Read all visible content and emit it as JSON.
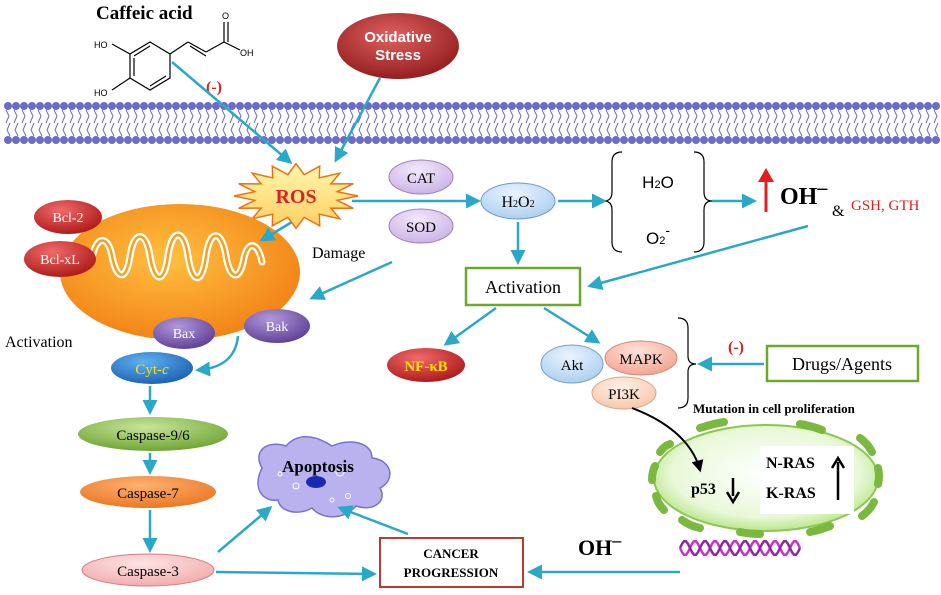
{
  "compound": {
    "name": "Caffeic acid",
    "inhibit_symbol": "(-)",
    "atom_ho1": "HO",
    "atom_ho2": "HO",
    "atom_oh": "OH",
    "atom_o": "O"
  },
  "oxidative_stress": {
    "line1": "Oxidative",
    "line2": "Stress"
  },
  "ros": "ROS",
  "enzymes": {
    "cat": "CAT",
    "sod": "SOD"
  },
  "h2o2": {
    "base": "H",
    "sub1": "2",
    "mid": "O",
    "sub2": "2"
  },
  "products": {
    "h2o_base": "H",
    "h2o_sub": "2",
    "h2o_end": "O",
    "o2_base": "O",
    "o2_sub": "2",
    "o2_sup": "-"
  },
  "hydroxyl": {
    "label": "OH",
    "sup": "–",
    "amp": "&",
    "gsh": "GSH, GTH"
  },
  "bcl": {
    "bcl2": "Bcl-2",
    "bclxl": "Bcl-xL"
  },
  "damage": "Damage",
  "activation_left": "Activation",
  "activation_box": "Activation",
  "bax": "Bax",
  "bak": "Bak",
  "cytc": {
    "base": "Cyt-",
    "italic": "c"
  },
  "caspases": {
    "c96": "Caspase-9/6",
    "c7": "Caspase-7",
    "c3": "Caspase-3"
  },
  "apoptosis": "Apoptosis",
  "nfkb": "NF-κB",
  "kinases": {
    "akt": "Akt",
    "mapk": "MAPK",
    "pi3k": "PI3K"
  },
  "drugs": {
    "label": "Drugs/Agents",
    "inhibit_symbol": "(-)"
  },
  "mutation": "Mutation in cell proliferation",
  "cell": {
    "p53": "p53",
    "nras": "N-RAS",
    "kras": "K-RAS"
  },
  "cancer": {
    "line1": "CANCER",
    "line2": "PROGRESSION"
  },
  "oh_bottom": {
    "label": "OH",
    "sup": "–"
  },
  "colors": {
    "arrow": "#2aa8c8",
    "red": "#e02020",
    "membrane": "#6b6bc8",
    "green_box": "#6aaa2a",
    "cancer_box": "#c0392b"
  }
}
